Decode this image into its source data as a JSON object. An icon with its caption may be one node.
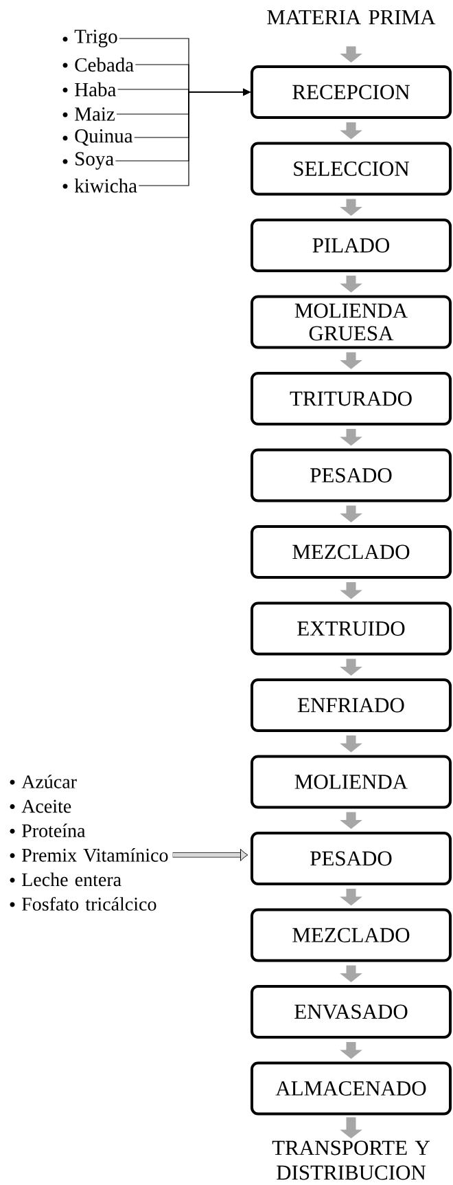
{
  "diagram": {
    "nodes": [
      {
        "text": [
          "MATERIA PRIMA"
        ]
      },
      {
        "text": [
          "RECEPCION"
        ]
      },
      {
        "text": [
          "SELECCION"
        ]
      },
      {
        "text": [
          "PILADO"
        ]
      },
      {
        "text": [
          "MOLIENDA GRUESA"
        ]
      },
      {
        "text": [
          "TRITURADO"
        ]
      },
      {
        "text": [
          "PESADO"
        ]
      },
      {
        "text": [
          "MEZCLADO"
        ]
      },
      {
        "text": [
          "EXTRUIDO"
        ]
      },
      {
        "text": [
          "ENFRIADO"
        ]
      },
      {
        "text": [
          "MOLIENDA"
        ]
      },
      {
        "text": [
          "PESADO"
        ]
      },
      {
        "text": [
          "MEZCLADO"
        ]
      },
      {
        "text": [
          "ENVASADO"
        ]
      },
      {
        "text": [
          "ALMACENADO"
        ]
      },
      {
        "text": [
          "TRANSPORTE Y DISTRIBUCION"
        ]
      },
      {
        "text": [
          "Trigo"
        ]
      },
      {
        "text": [
          "Cebada"
        ]
      },
      {
        "text": [
          "Haba"
        ]
      },
      {
        "text": [
          "Maiz"
        ]
      },
      {
        "text": [
          "Quinua"
        ]
      },
      {
        "text": [
          "Soya"
        ]
      },
      {
        "text": [
          "kiwicha"
        ]
      },
      {
        "text": [
          "Azúcar",
          "Aceite",
          "Proteína",
          "Premix Vitamínico",
          "Leche entera",
          "Fosfato tricálcico"
        ]
      }
    ],
    "edges": [
      {
        "from": 0,
        "to": 1,
        "arrow": "to",
        "color": "#a6a6a6"
      },
      {
        "from": 1,
        "to": 2,
        "arrow": "to",
        "color": "#a6a6a6"
      },
      {
        "from": 2,
        "to": 3,
        "arrow": "to",
        "color": "#a6a6a6"
      },
      {
        "from": 3,
        "to": 4,
        "arrow": "to",
        "color": "#a6a6a6"
      },
      {
        "from": 4,
        "to": 5,
        "arrow": "to",
        "color": "#a6a6a6"
      },
      {
        "from": 5,
        "to": 6,
        "arrow": "to",
        "color": "#a6a6a6"
      },
      {
        "from": 6,
        "to": 7,
        "arrow": "to",
        "color": "#a6a6a6"
      },
      {
        "from": 7,
        "to": 8,
        "arrow": "to",
        "color": "#a6a6a6"
      },
      {
        "from": 8,
        "to": 9,
        "arrow": "to",
        "color": "#a6a6a6"
      },
      {
        "from": 9,
        "to": 10,
        "arrow": "to",
        "color": "#a6a6a6"
      },
      {
        "from": 10,
        "to": 11,
        "arrow": "to",
        "color": "#a6a6a6"
      },
      {
        "from": 11,
        "to": 12,
        "arrow": "to",
        "color": "#a6a6a6"
      },
      {
        "from": 12,
        "to": 13,
        "arrow": "to",
        "color": "#a6a6a6"
      },
      {
        "from": 13,
        "to": 14,
        "arrow": "to",
        "color": "#a6a6a6"
      },
      {
        "from": 14,
        "to": 15,
        "arrow": "to",
        "color": "#a6a6a6"
      },
      {
        "from": 16,
        "to": 1,
        "arrow": "to",
        "color": "#000000"
      },
      {
        "from": 17,
        "to": 1,
        "arrow": "to",
        "color": "#000000"
      },
      {
        "from": 18,
        "to": 1,
        "arrow": "to",
        "color": "#000000"
      },
      {
        "from": 19,
        "to": 1,
        "arrow": "to",
        "color": "#000000"
      },
      {
        "from": 20,
        "to": 1,
        "arrow": "to",
        "color": "#000000"
      },
      {
        "from": 21,
        "to": 1,
        "arrow": "to",
        "color": "#000000"
      },
      {
        "from": 22,
        "to": 1,
        "arrow": "to",
        "color": "#000000"
      },
      {
        "from": 23,
        "to": 11,
        "arrow": "to",
        "color": "#000000"
      }
    ]
  }
}
